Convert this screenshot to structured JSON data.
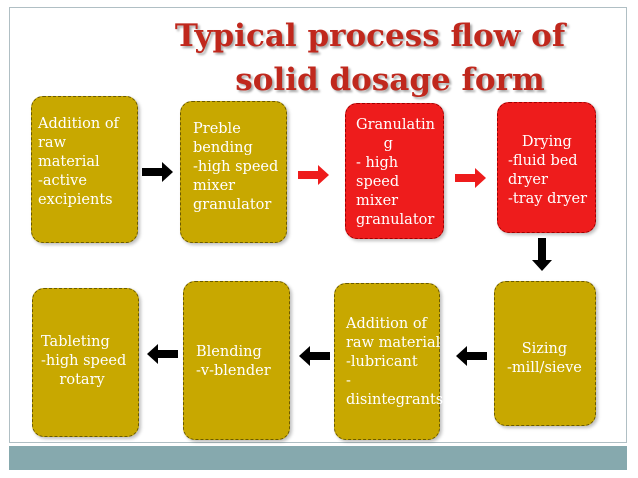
{
  "title": {
    "line1": "Typical process flow of",
    "line2": "solid dosage form"
  },
  "colors": {
    "title": "#c0281d",
    "step_gold": "#c8a800",
    "step_red": "#ee1c1c",
    "arrow_black": "#000000",
    "arrow_red": "#ee1c1c",
    "footer_bar": "#86a9ae"
  },
  "steps": [
    {
      "id": "addition-raw-material",
      "text": "Addition of\nraw\nmaterial\n-active\nexcipients",
      "color": "gold"
    },
    {
      "id": "preble-bending",
      "text": "Preble\nbending\n-high speed\nmixer\ngranulator",
      "color": "gold"
    },
    {
      "id": "granulating",
      "text": "Granulatin\n      g\n- high\nspeed\nmixer\ngranulator",
      "color": "red"
    },
    {
      "id": "drying",
      "text": "   Drying\n-fluid bed\ndryer\n-tray dryer",
      "color": "red"
    },
    {
      "id": "sizing",
      "text": "Sizing\n-mill/sieve",
      "color": "gold"
    },
    {
      "id": "addition-lubricant",
      "text": "Addition of\nraw material\n-lubricant\n-\ndisintegrants",
      "color": "gold"
    },
    {
      "id": "blending",
      "text": "Blending\n-v-blender",
      "color": "gold"
    },
    {
      "id": "tableting",
      "text": "Tableting\n-high speed\n    rotary",
      "color": "gold"
    }
  ],
  "arrows": [
    {
      "from": "addition-raw-material",
      "to": "preble-bending",
      "direction": "right",
      "color": "black"
    },
    {
      "from": "preble-bending",
      "to": "granulating",
      "direction": "right",
      "color": "red"
    },
    {
      "from": "granulating",
      "to": "drying",
      "direction": "right",
      "color": "red"
    },
    {
      "from": "drying",
      "to": "sizing",
      "direction": "down",
      "color": "black"
    },
    {
      "from": "sizing",
      "to": "addition-lubricant",
      "direction": "left",
      "color": "black"
    },
    {
      "from": "addition-lubricant",
      "to": "blending",
      "direction": "left",
      "color": "black"
    },
    {
      "from": "blending",
      "to": "tableting",
      "direction": "left",
      "color": "black"
    }
  ]
}
